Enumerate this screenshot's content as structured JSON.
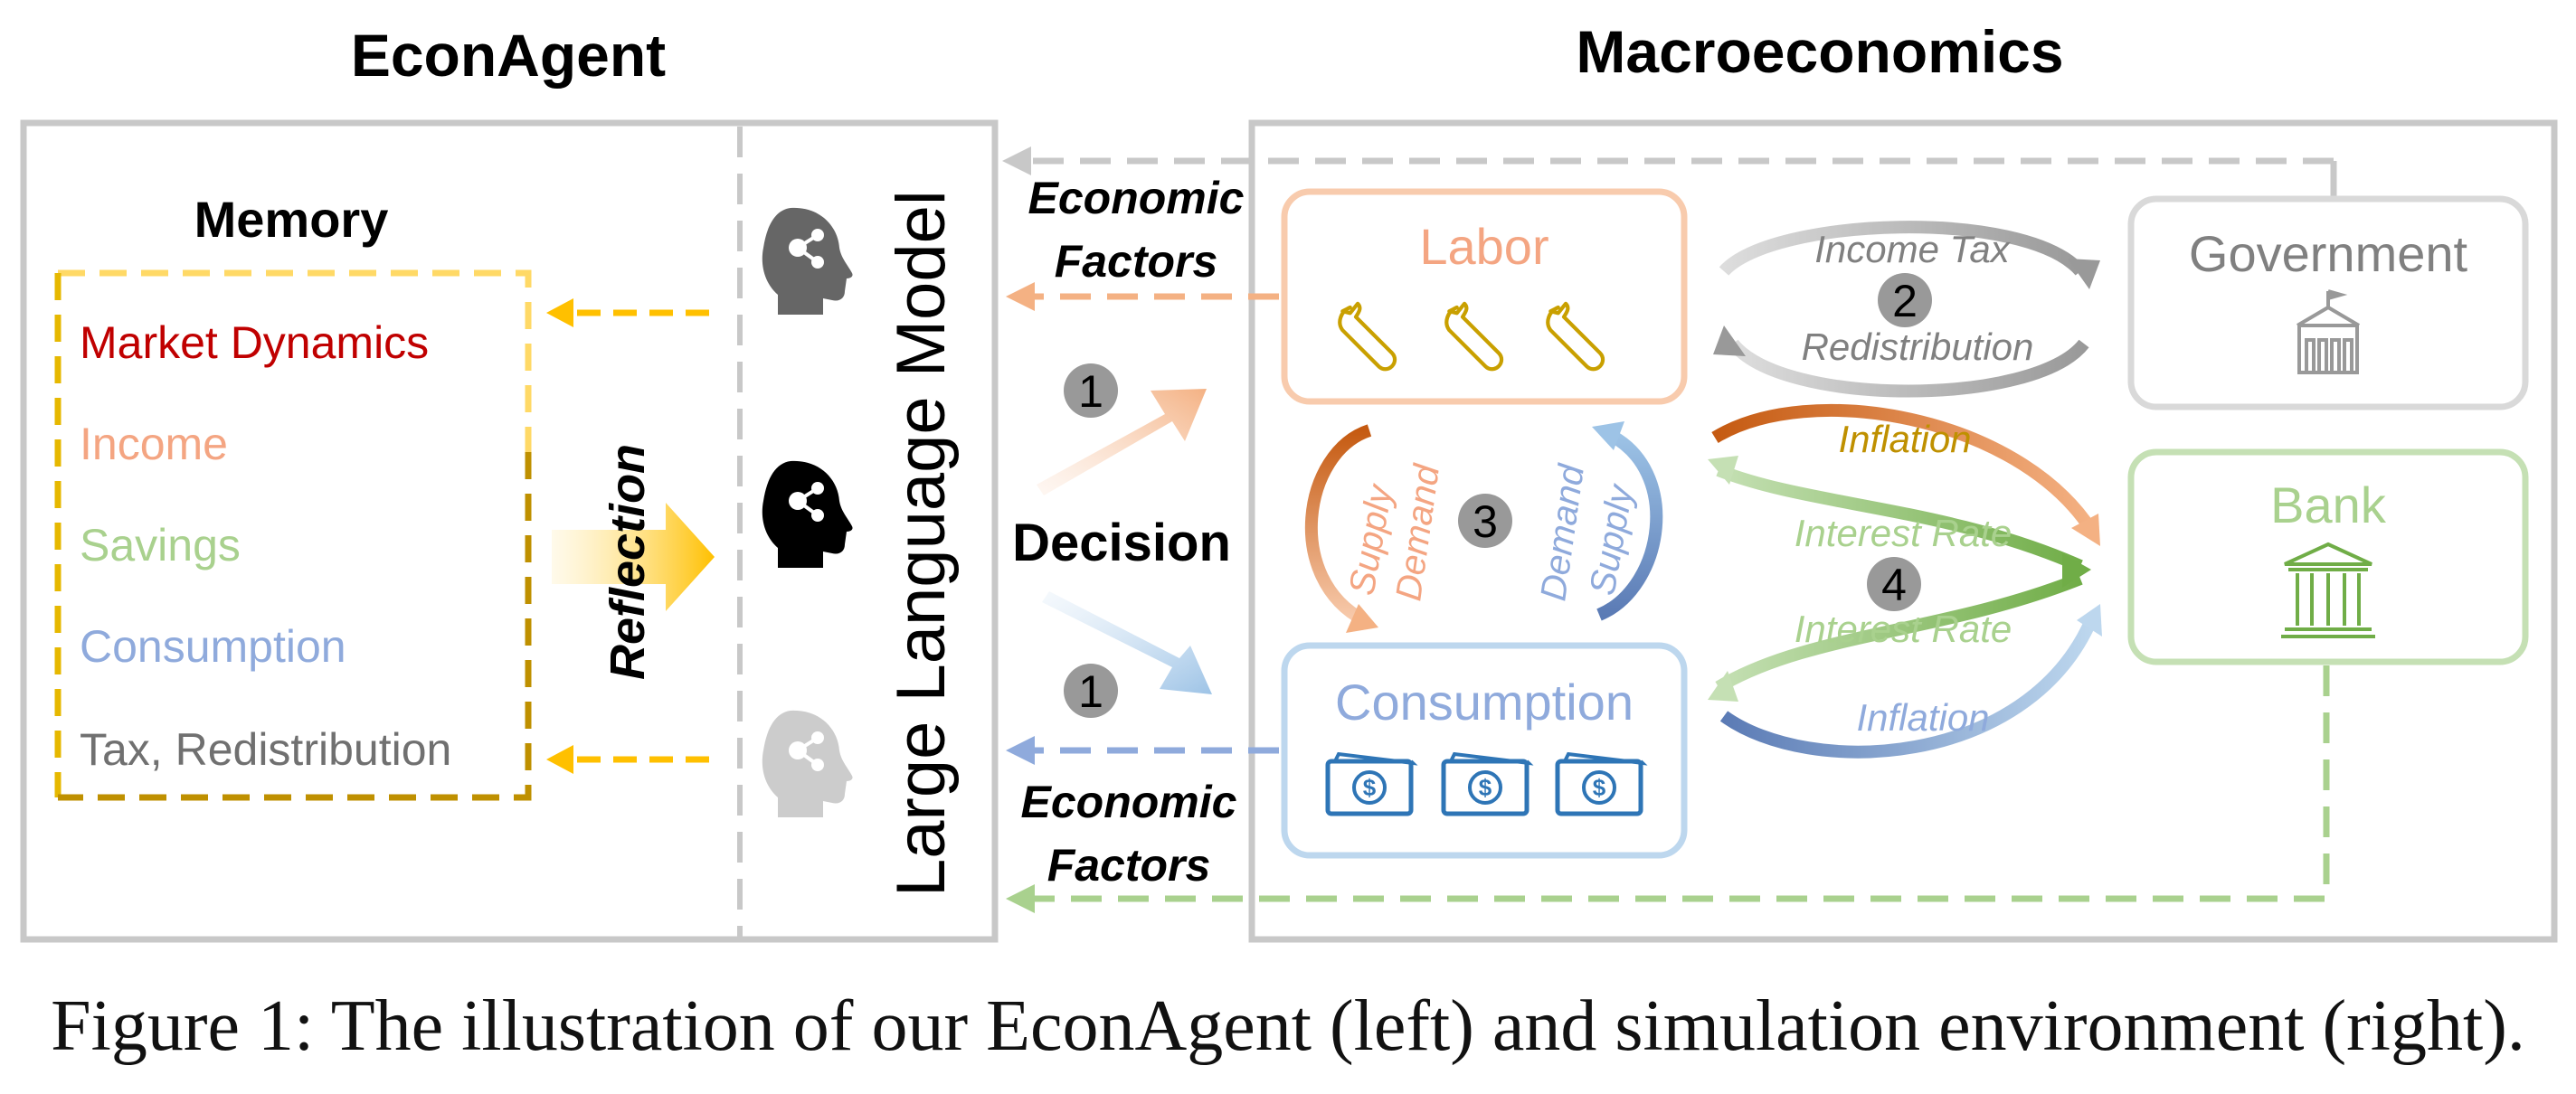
{
  "left_title": "EconAgent",
  "right_title": "Macroeconomics",
  "memory": {
    "title": "Memory",
    "items": [
      "Market Dynamics",
      "Income",
      "Savings",
      "Consumption",
      "Tax, Redistribution"
    ]
  },
  "reflection_label": "Reflection",
  "llm_label": "Large Language Model",
  "decision_label": "Decision",
  "economic_factors_top": [
    "Economic",
    "Factors"
  ],
  "economic_factors_bottom": [
    "Economic",
    "Factors"
  ],
  "labor_title": "Labor",
  "consumption_title": "Consumption",
  "government_title": "Government",
  "bank_title": "Bank",
  "step_numbers": {
    "decision_top": "1",
    "decision_bottom": "1",
    "tax": "2",
    "market": "3",
    "finance": "4"
  },
  "tax_cycle": {
    "top": "Income Tax",
    "bottom": "Redistribution"
  },
  "market_cycle": {
    "left_a": "Supply",
    "left_b": "Demand",
    "right_a": "Demand",
    "right_b": "Supply"
  },
  "finance_cycle": {
    "inflation_top": "Inflation",
    "interest_top": "Interest Rate",
    "interest_bottom": "Interest Rate",
    "inflation_bottom": "Inflation"
  },
  "caption": "Figure 1: The illustration of our EconAgent (left) and simulation environment (right).",
  "colors": {
    "frame": "#c8c8c8",
    "memory_red": "#c00000",
    "income_orange": "#f4a582",
    "savings_green": "#a9d18e",
    "consumption_blue": "#8faadc",
    "tax_gray": "#707070",
    "memory_border_yellow": "#ffd966",
    "memory_border_dark": "#bf9000",
    "arrow_gold": "#ffc000",
    "gold_text": "#bf9000"
  },
  "icons": [
    "brain-head-icon",
    "wrench-icon",
    "money-bill-icon",
    "government-building-icon",
    "bank-building-icon"
  ]
}
